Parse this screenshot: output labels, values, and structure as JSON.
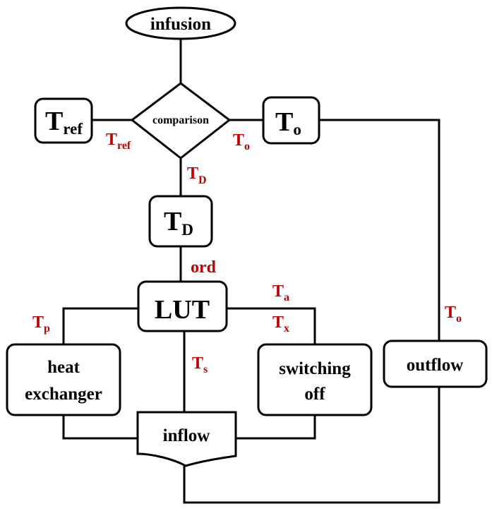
{
  "nodes": {
    "infusion": "infusion",
    "comparison": "comparison",
    "tref": {
      "main": "T",
      "sub": "ref"
    },
    "to": {
      "main": "T",
      "sub": "o"
    },
    "td": {
      "main": "T",
      "sub": "D"
    },
    "lut": "LUT",
    "heat_exchanger": {
      "line1": "heat",
      "line2": "exchanger"
    },
    "switching_off": {
      "line1": "switching",
      "line2": "off"
    },
    "outflow": "outflow",
    "inflow": "inflow"
  },
  "edge_labels": {
    "tref": {
      "main": "T",
      "sub": "ref"
    },
    "to_left": {
      "main": "T",
      "sub": "o"
    },
    "td": {
      "main": "T",
      "sub": "D"
    },
    "ord": "ord",
    "ta": {
      "main": "T",
      "sub": "a"
    },
    "tx": {
      "main": "T",
      "sub": "x"
    },
    "tp": {
      "main": "T",
      "sub": "p"
    },
    "ts": {
      "main": "T",
      "sub": "s"
    },
    "to_right": {
      "main": "T",
      "sub": "o"
    }
  },
  "colors": {
    "edge_label": "#c00000",
    "stroke": "#000000"
  }
}
